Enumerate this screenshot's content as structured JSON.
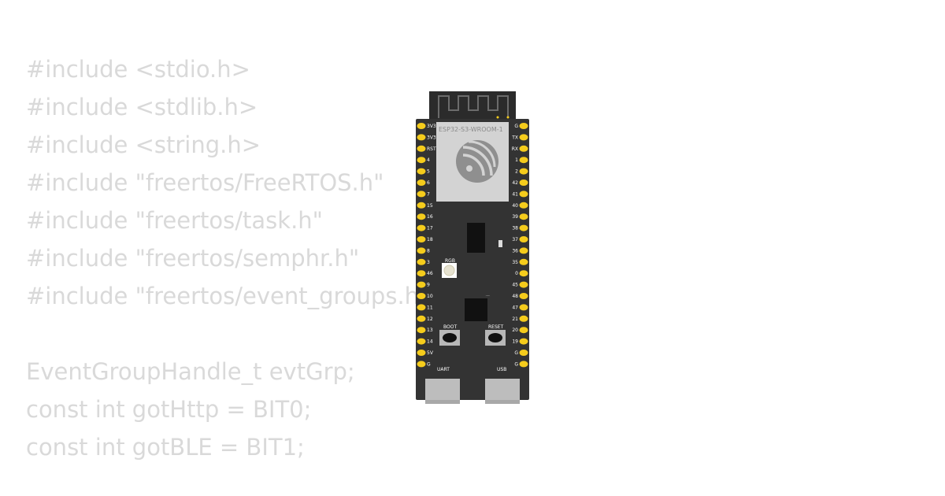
{
  "code_lines": [
    "#include <stdio.h>",
    "#include <stdlib.h>",
    "#include <string.h>",
    "#include \"freertos/FreeRTOS.h\"",
    "#include \"freertos/task.h\"",
    "#include \"freertos/semphr.h\"",
    "#include \"freertos/event_groups.h\"",
    "",
    "EventGroupHandle_t evtGrp;",
    "const int gotHttp = BIT0;",
    "const int gotBLE = BIT1;"
  ],
  "board": {
    "module_label": "ESP32-S3-WROOM-1",
    "left_pins": [
      "3V3",
      "3V3",
      "RST",
      "4",
      "5",
      "6",
      "7",
      "15",
      "16",
      "17",
      "18",
      "8",
      "3",
      "46",
      "9",
      "10",
      "11",
      "12",
      "13",
      "14",
      "5V",
      "G"
    ],
    "right_pins": [
      "G",
      "TX",
      "RX",
      "1",
      "2",
      "42",
      "41",
      "40",
      "39",
      "38",
      "37",
      "36",
      "35",
      "0",
      "45",
      "48",
      "47",
      "21",
      "20",
      "19",
      "G",
      "G"
    ],
    "rgb_label": "RGB",
    "boot_label": "BOOT",
    "reset_label": "RESET",
    "uart_label": "UART",
    "usb_label": "USB"
  },
  "colors": {
    "code_text": "#d9d9d9",
    "board_body": "#333333",
    "module_shield": "#d3d3d3",
    "antenna": "#2b2b2b",
    "pin_pad": "#f5cc1c",
    "connector": "#bdbdbd"
  }
}
